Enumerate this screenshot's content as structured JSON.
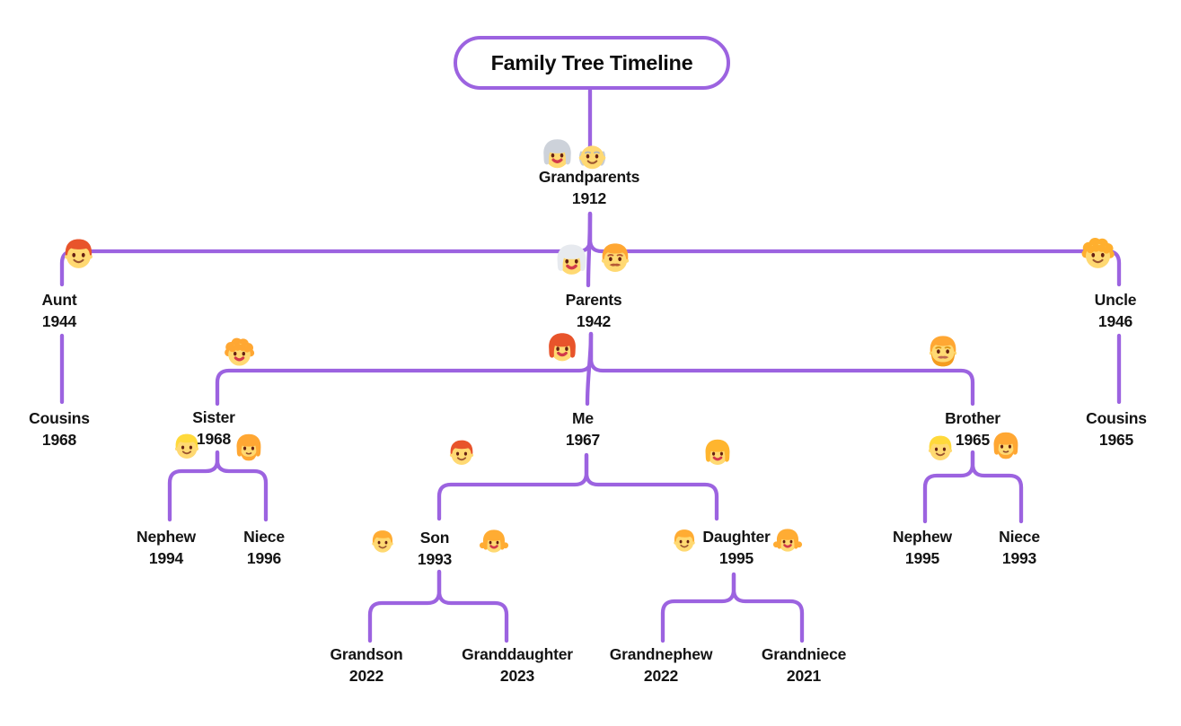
{
  "title": "Family Tree Timeline",
  "colors": {
    "accent": "#9C63E0",
    "text": "#141414",
    "background": "#FFFFFF"
  },
  "nodes": [
    {
      "id": "grandparents",
      "label": "Grandparents",
      "year": "1912",
      "emojis": [
        "older-woman",
        "older-man"
      ]
    },
    {
      "id": "parents",
      "label": "Parents",
      "year": "1942",
      "emojis": [
        "woman-white-hair",
        "man"
      ]
    },
    {
      "id": "aunt",
      "label": "Aunt",
      "year": "1944",
      "emojis": [
        "person-red-hair"
      ]
    },
    {
      "id": "uncle",
      "label": "Uncle",
      "year": "1946",
      "emojis": [
        "person-curly-hair"
      ]
    },
    {
      "id": "cousins-left",
      "label": "Cousins",
      "year": "1968",
      "emojis": []
    },
    {
      "id": "cousins-right",
      "label": "Cousins",
      "year": "1965",
      "emojis": []
    },
    {
      "id": "sister",
      "label": "Sister",
      "year": "1968",
      "emojis": [
        "woman-curly-hair",
        "blond-person",
        "woman-beard"
      ]
    },
    {
      "id": "me",
      "label": "Me",
      "year": "1967",
      "emojis": [
        "woman-red-hair",
        "child-red-hair",
        "woman"
      ]
    },
    {
      "id": "brother",
      "label": "Brother",
      "year": "1965",
      "emojis": [
        "man-beard",
        "blond-person",
        "woman-beard"
      ]
    },
    {
      "id": "nephew-left",
      "label": "Nephew",
      "year": "1994",
      "emojis": []
    },
    {
      "id": "niece-left",
      "label": "Niece",
      "year": "1996",
      "emojis": []
    },
    {
      "id": "son",
      "label": "Son",
      "year": "1993",
      "emojis": [
        "boy",
        "girl"
      ]
    },
    {
      "id": "daughter",
      "label": "Daughter",
      "year": "1995",
      "emojis": [
        "boy",
        "girl"
      ]
    },
    {
      "id": "nephew-right",
      "label": "Nephew",
      "year": "1995",
      "emojis": []
    },
    {
      "id": "niece-right",
      "label": "Niece",
      "year": "1993",
      "emojis": []
    },
    {
      "id": "grandson",
      "label": "Grandson",
      "year": "2022",
      "emojis": []
    },
    {
      "id": "granddaughter",
      "label": "Granddaughter",
      "year": "2023",
      "emojis": []
    },
    {
      "id": "grandnephew",
      "label": "Grandnephew",
      "year": "2022",
      "emojis": []
    },
    {
      "id": "grandniece",
      "label": "Grandniece",
      "year": "2021",
      "emojis": []
    }
  ],
  "edges": [
    [
      "title",
      "grandparents"
    ],
    [
      "grandparents",
      "parents"
    ],
    [
      "grandparents",
      "aunt"
    ],
    [
      "grandparents",
      "uncle"
    ],
    [
      "aunt",
      "cousins-left"
    ],
    [
      "uncle",
      "cousins-right"
    ],
    [
      "parents",
      "sister"
    ],
    [
      "parents",
      "me"
    ],
    [
      "parents",
      "brother"
    ],
    [
      "sister",
      "nephew-left"
    ],
    [
      "sister",
      "niece-left"
    ],
    [
      "me",
      "son"
    ],
    [
      "me",
      "daughter"
    ],
    [
      "brother",
      "nephew-right"
    ],
    [
      "brother",
      "niece-right"
    ],
    [
      "son",
      "grandson"
    ],
    [
      "son",
      "granddaughter"
    ],
    [
      "daughter",
      "grandnephew"
    ],
    [
      "daughter",
      "grandniece"
    ]
  ],
  "emoji_legend": {
    "older-woman": "👵",
    "older-man": "👴",
    "woman-white-hair": "👩‍🦳",
    "man": "👨",
    "person-red-hair": "🧑‍🦰",
    "person-curly-hair": "🧑‍🦱",
    "woman-curly-hair": "👩‍🦱",
    "woman-red-hair": "👩‍🦰",
    "man-beard": "🧔",
    "blond-person": "👱",
    "woman-beard": "🧔‍♀️",
    "child-red-hair": "🧒",
    "woman": "👩",
    "boy": "👦",
    "girl": "👧"
  }
}
